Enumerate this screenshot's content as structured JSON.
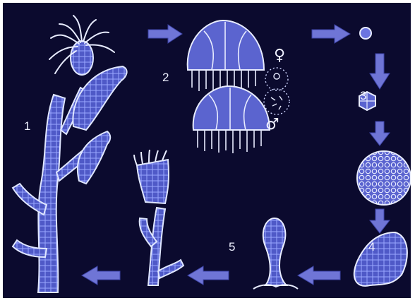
{
  "labels": {
    "s1": "1",
    "s2": "2",
    "s3": "3",
    "s4": "4",
    "s5": "5"
  },
  "symbols": {
    "female": "♀",
    "male": "♂"
  },
  "colors": {
    "background": "#0b0a2e",
    "outline": "#dfe6ff",
    "fill": "#4f59c7",
    "arrow": "#6f75d6"
  }
}
